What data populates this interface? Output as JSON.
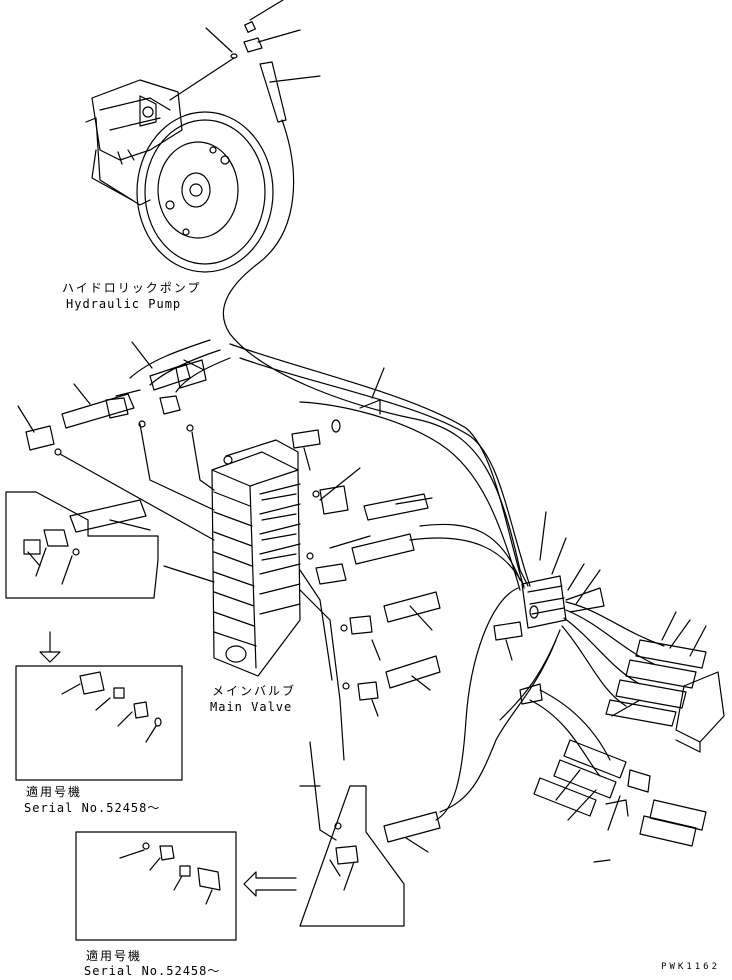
{
  "labels": {
    "pump_jp": "ハイドロリックポンプ",
    "pump_en": "Hydraulic Pump",
    "valve_jp": "メインバルブ",
    "valve_en": "Main Valve",
    "serial_jp_1": "適用号機",
    "serial_en_1": "Serial No.52458～",
    "serial_jp_2": "適用号機",
    "serial_en_2": "Serial No.52458～",
    "drawing_code": "PWK1162"
  }
}
